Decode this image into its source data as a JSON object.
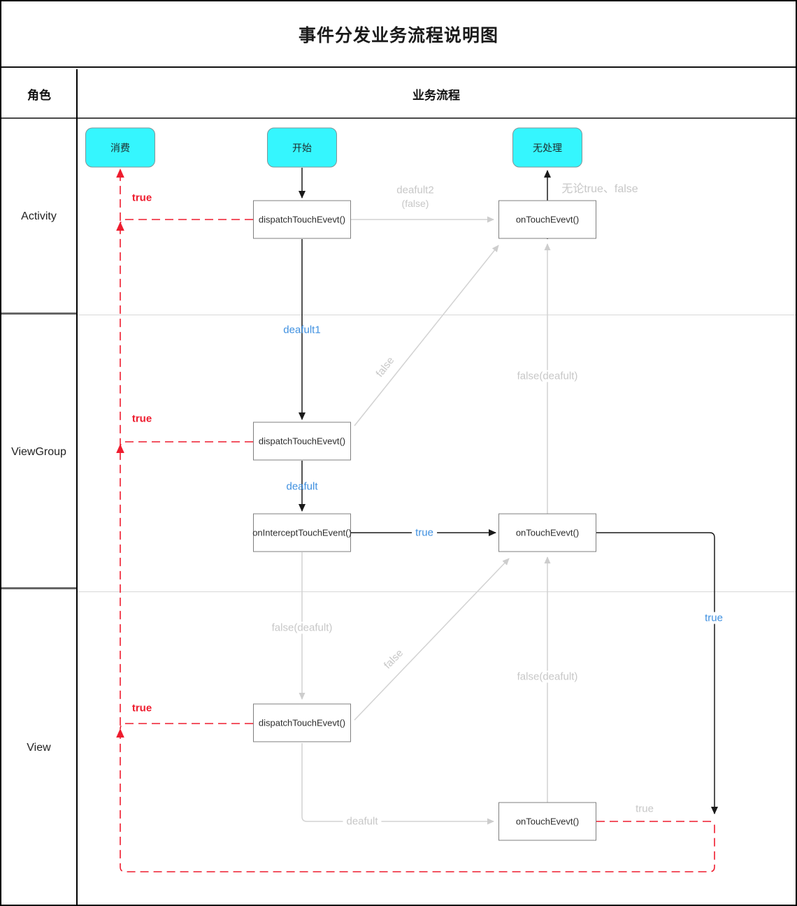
{
  "title": "事件分发业务流程说明图",
  "header": {
    "role_col": "角色",
    "flow_col": "业务流程"
  },
  "lanes": {
    "activity": "Activity",
    "viewgroup": "ViewGroup",
    "view": "View"
  },
  "terminals": {
    "consume": "消费",
    "start": "开始",
    "no_handle": "无处理"
  },
  "nodes": {
    "dispatch_activity": "dispatchTouchEvevt()",
    "ontouch_activity": "onTouchEvevt()",
    "dispatch_viewgroup": "dispatchTouchEvevt()",
    "onintercept_viewgroup": "onInterceptTouchEvent()",
    "ontouch_viewgroup": "onTouchEvevt()",
    "dispatch_view": "dispatchTouchEvevt()",
    "ontouch_view": "onTouchEvevt()"
  },
  "edge_labels": {
    "true_activity": "true",
    "true_viewgroup": "true",
    "true_view": "true",
    "deafult2_line1": "deafult2",
    "deafult2_line2": "(false)",
    "no_matter_result": "无论true、false",
    "deafult1": "deafult1",
    "false_diag_to_activity": "false",
    "false_deafult_vg_up": "false(deafult)",
    "deafult_to_intercept": "deafult",
    "true_intercept": "true",
    "false_deafult_to_view": "false(deafult)",
    "false_diag_to_vg": "false",
    "false_deafult_view_up": "false(deafult)",
    "true_right": "true",
    "deafult_to_ontouch_view": "deafult",
    "true_bottom": "true"
  },
  "colors": {
    "terminal_fill": "#35f6fe",
    "accent_blue": "#3f90e0",
    "accent_red": "#ee1c2e",
    "gray_line": "#d2d2d2",
    "gray_text": "#c7c7c7",
    "black_line": "#1a1a1a"
  }
}
